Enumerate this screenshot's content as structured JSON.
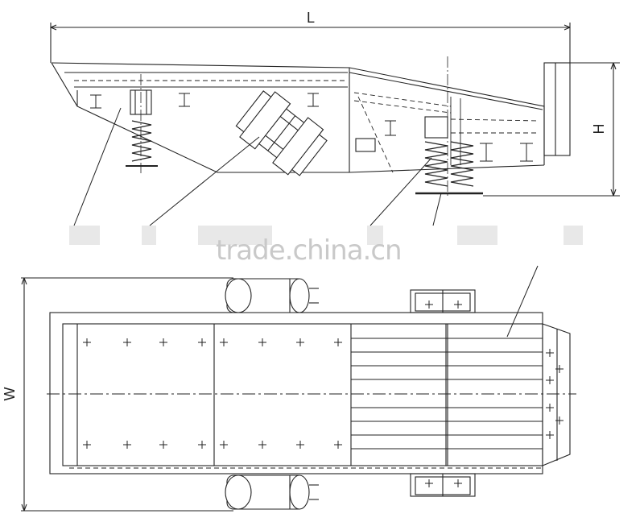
{
  "dimensions": {
    "length": "L",
    "height": "H",
    "width": "W"
  },
  "watermark": "trade.china.cn",
  "callout_labels": [
    "",
    "",
    "",
    "",
    "",
    ""
  ]
}
